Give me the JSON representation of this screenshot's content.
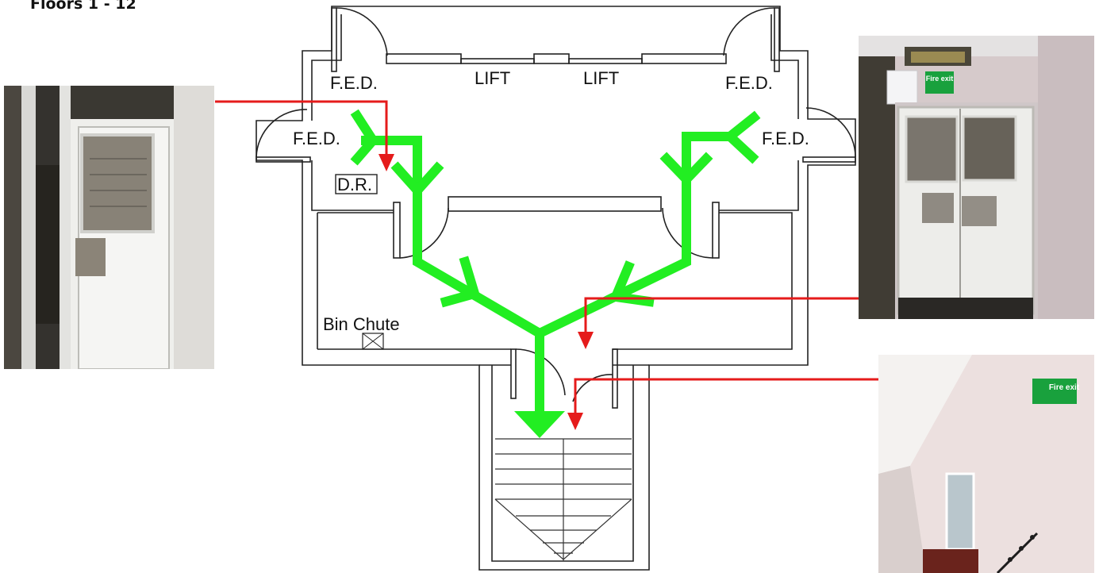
{
  "title": "Floors 1 - 12",
  "labels": {
    "fed_top_left": "F.E.D.",
    "fed_top_right": "F.E.D.",
    "fed_side_left": "F.E.D.",
    "fed_side_right": "F.E.D.",
    "lift_left": "LIFT",
    "lift_right": "LIFT",
    "dry_riser": "D.R.",
    "bin_chute": "Bin Chute"
  },
  "photos": {
    "right_sign": "Fire exit",
    "stair_sign": "Fire exit"
  },
  "colors": {
    "escape_route": "#22ee22",
    "callout": "#e51b1b",
    "walls": "#222222"
  }
}
